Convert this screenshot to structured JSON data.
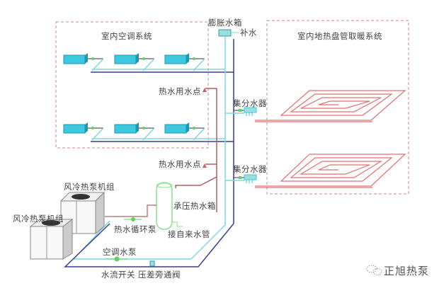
{
  "diagram": {
    "title_ac_zone": "室内空调系统",
    "title_floor_zone": "室内地热盘管取暖系统",
    "labels": {
      "expansion_tank": "膨胀水箱",
      "makeup_water": "补水",
      "hot_water_point_1": "热水用水点",
      "hot_water_point_2": "热水用水点",
      "manifold_1": "集分水器",
      "manifold_2": "集分水器",
      "heat_pump_unit_1": "风冷热泵机组",
      "heat_pump_unit_2": "风冷热泵机组",
      "pressure_tank": "承压热水箱",
      "hot_water_circ_pump": "热水循环泵",
      "tap_water_inlet": "接自来水管",
      "ac_water_pump": "空调水泵",
      "flow_switch": "水流开关",
      "diff_pressure_bypass": "压差旁通阀"
    },
    "watermark": "正旭热泵",
    "colors": {
      "zone_border": "#c98a8a",
      "supply_pipe": "#7fd8e0",
      "return_pipe": "#3a3f8f",
      "hot_water_pipe": "#b06060",
      "floor_coil": "#e07070",
      "fan_coil": "#3ec8e0",
      "pump": "#60d060",
      "tank": "#8ee08e"
    }
  }
}
